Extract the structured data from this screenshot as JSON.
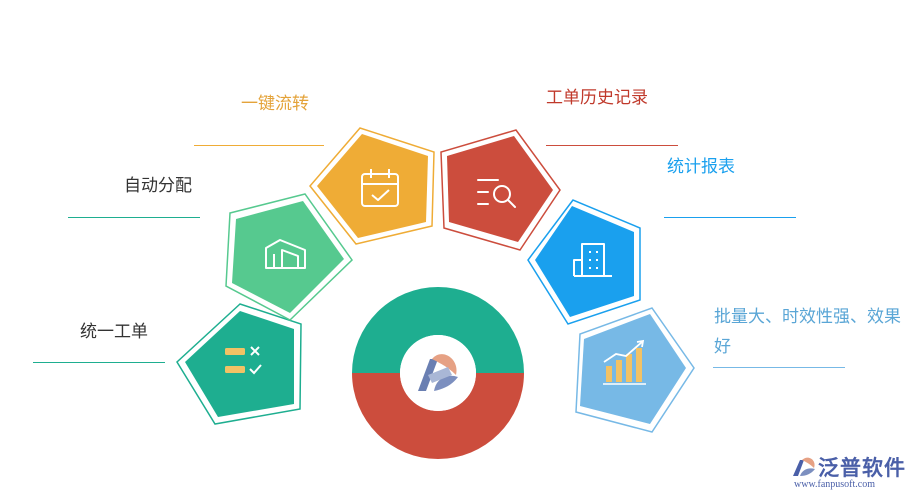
{
  "features": [
    {
      "id": "unified-workorder",
      "label": "统一工单",
      "color": "#1eae90",
      "icon": "checklist-icon"
    },
    {
      "id": "auto-dispatch",
      "label": "自动分配",
      "color": "#56c98f",
      "icon": "building-icon"
    },
    {
      "id": "one-click-flow",
      "label": "一键流转",
      "color": "#efac36",
      "icon": "calendar-check-icon"
    },
    {
      "id": "workorder-history",
      "label": "工单历史记录",
      "color": "#cc4d3d",
      "icon": "search-list-icon"
    },
    {
      "id": "statistics-report",
      "label": "统计报表",
      "color": "#1aa0ee",
      "icon": "report-building-icon"
    },
    {
      "id": "batch-efficiency",
      "label": "批量大、时效性强、效果好",
      "color": "#77b9e6",
      "icon": "bar-chart-trend-icon"
    }
  ],
  "center": {
    "top_color": "#1eae90",
    "bottom_color": "#cc4d3d",
    "icon": "logo-icon"
  },
  "brand": {
    "name": "泛普软件",
    "url": "www.fanpusoft.com",
    "color": "#4a5fa8"
  }
}
